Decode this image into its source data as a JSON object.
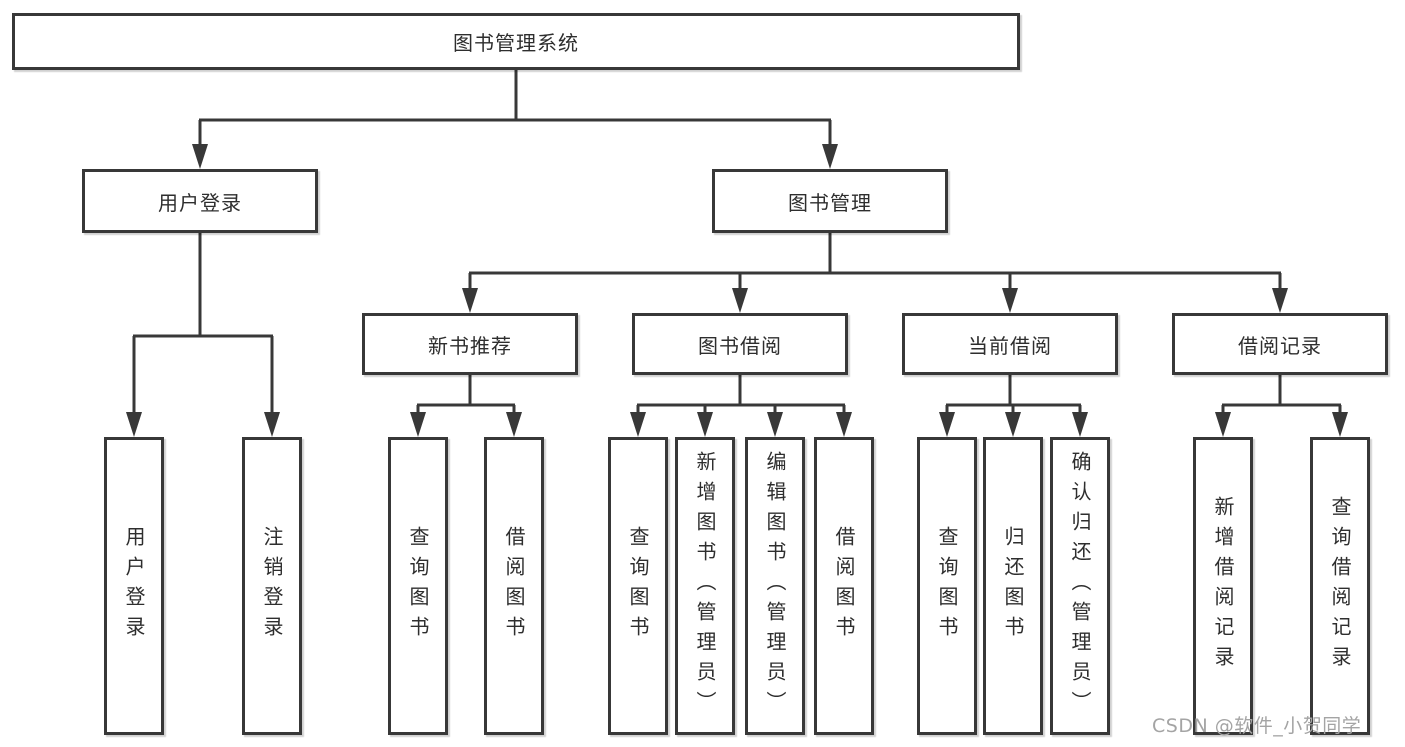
{
  "diagram": {
    "type": "hierarchy-tree",
    "line_color": "#383838",
    "box_fill": "#ffffff",
    "text_color": "#2e2e2e"
  },
  "tree": {
    "label": "图书管理系统",
    "children": [
      {
        "label": "用户登录",
        "children": [
          {
            "label": "用户登录"
          },
          {
            "label": "注销登录"
          }
        ]
      },
      {
        "label": "图书管理",
        "children": [
          {
            "label": "新书推荐",
            "children": [
              {
                "label": "查询图书"
              },
              {
                "label": "借阅图书"
              }
            ]
          },
          {
            "label": "图书借阅",
            "children": [
              {
                "label": "查询图书"
              },
              {
                "label": "新增图书（管理员）"
              },
              {
                "label": "编辑图书（管理员）"
              },
              {
                "label": "借阅图书"
              }
            ]
          },
          {
            "label": "当前借阅",
            "children": [
              {
                "label": "查询图书"
              },
              {
                "label": "归还图书"
              },
              {
                "label": "确认归还（管理员）"
              }
            ]
          },
          {
            "label": "借阅记录",
            "children": [
              {
                "label": "新增借阅记录"
              },
              {
                "label": "查询借阅记录"
              }
            ]
          }
        ]
      }
    ]
  },
  "watermark": {
    "text": "CSDN @软件_小贺同学"
  }
}
